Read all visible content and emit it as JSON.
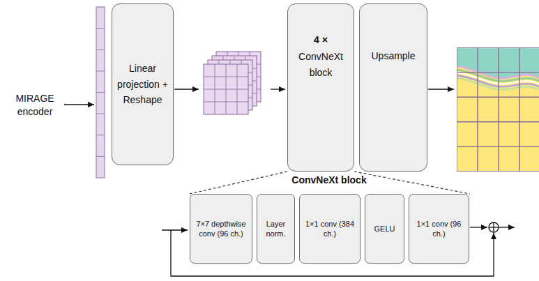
{
  "diagram": {
    "nodes": [
      {
        "text": [
          "Linear projection + Reshape"
        ]
      },
      {
        "text": [
          "4 ×",
          "ConvNeXt block"
        ]
      },
      {
        "text": [
          "Upsample"
        ]
      },
      {
        "text": [
          "7×7 depthwise conv (96 ch.)"
        ]
      },
      {
        "text": [
          "Layer norm."
        ]
      },
      {
        "text": [
          "1×1 conv (384 ch.)"
        ]
      },
      {
        "text": [
          "GELU"
        ]
      },
      {
        "text": [
          "1×1 conv (96 ch.)"
        ]
      }
    ],
    "labels": [
      "MIRAGE encoder",
      "ConvNeXt block"
    ]
  }
}
